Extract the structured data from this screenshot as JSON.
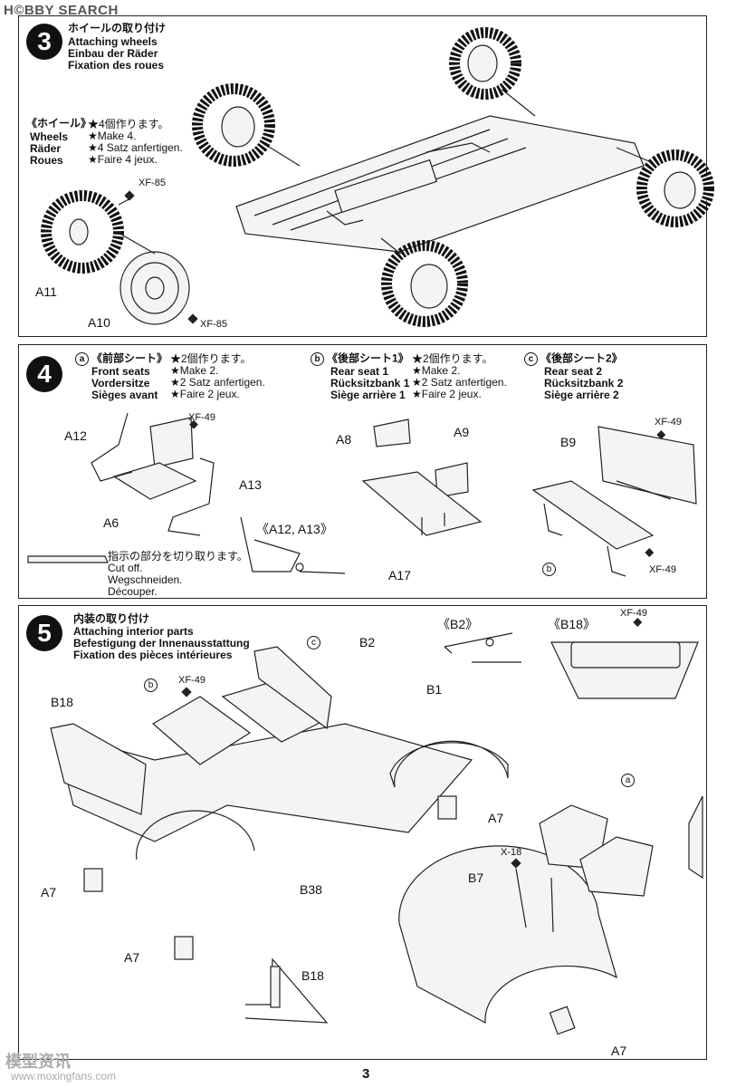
{
  "watermark": "H©BBY SEARCH",
  "page_number": "3",
  "footer_watermark_cn": "模型资讯",
  "footer_watermark_url": "www.moxingfans.com",
  "step3": {
    "number": "3",
    "title_jp": "ホイールの取り付け",
    "title_en": "Attaching wheels",
    "title_de": "Einbau der Räder",
    "title_fr": "Fixation des roues",
    "wheels_jp": "《ホイール》",
    "wheels_en": "Wheels",
    "wheels_de": "Räder",
    "wheels_fr": "Roues",
    "make_jp": "★4個作ります。",
    "make_en": "★Make 4.",
    "make_de": "★4 Satz anfertigen.",
    "make_fr": "★Faire 4 jeux.",
    "labels": {
      "xf85_top": "XF-85",
      "xf85_bottom": "XF-85",
      "a11": "A11",
      "a10": "A10"
    }
  },
  "step4": {
    "number": "4",
    "a": {
      "letter": "a",
      "jp": "《前部シート》",
      "en": "Front seats",
      "de": "Vordersitze",
      "fr": "Sièges avant",
      "make_jp": "★2個作ります。",
      "make_en": "★Make 2.",
      "make_de": "★2 Satz anfertigen.",
      "make_fr": "★Faire 2 jeux."
    },
    "b": {
      "letter": "b",
      "jp": "《後部シート1》",
      "en": "Rear seat 1",
      "de": "Rücksitzbank 1",
      "fr": "Siège arrière 1",
      "make_jp": "★2個作ります。",
      "make_en": "★Make 2.",
      "make_de": "★2 Satz anfertigen.",
      "make_fr": "★Faire 2 jeux."
    },
    "c": {
      "letter": "c",
      "jp": "《後部シート2》",
      "en": "Rear seat 2",
      "de": "Rücksitzbank 2",
      "fr": "Siège arrière 2"
    },
    "labels": {
      "a12": "A12",
      "a13": "A13",
      "a6": "A6",
      "xf49_a": "XF-49",
      "detail": "《A12, A13》",
      "a8": "A8",
      "a9": "A9",
      "a17": "A17",
      "b9": "B9",
      "xf49_c1": "XF-49",
      "xf49_c2": "XF-49",
      "b_circle": "b"
    },
    "cut_jp": "指示の部分を切り取ります。",
    "cut_en": "Cut off.",
    "cut_de": "Wegschneiden.",
    "cut_fr": "Découper."
  },
  "step5": {
    "number": "5",
    "title_jp": "内装の取り付け",
    "title_en": "Attaching interior parts",
    "title_de": "Befestigung der Innenausstattung",
    "title_fr": "Fixation des pièces intérieures",
    "labels": {
      "c": "c",
      "b": "b",
      "a": "a",
      "xf49_b": "XF-49",
      "b18": "B18",
      "b2": "B2",
      "b1": "B1",
      "a7_1": "A7",
      "a7_2": "A7",
      "a7_3": "A7",
      "a7_4": "A7",
      "b38": "B38",
      "x18": "X-18",
      "b7": "B7",
      "b2_detail": "《B2》",
      "b18_detail": "《B18》",
      "xf49_detail": "XF-49",
      "b18_inset": "B18"
    }
  }
}
